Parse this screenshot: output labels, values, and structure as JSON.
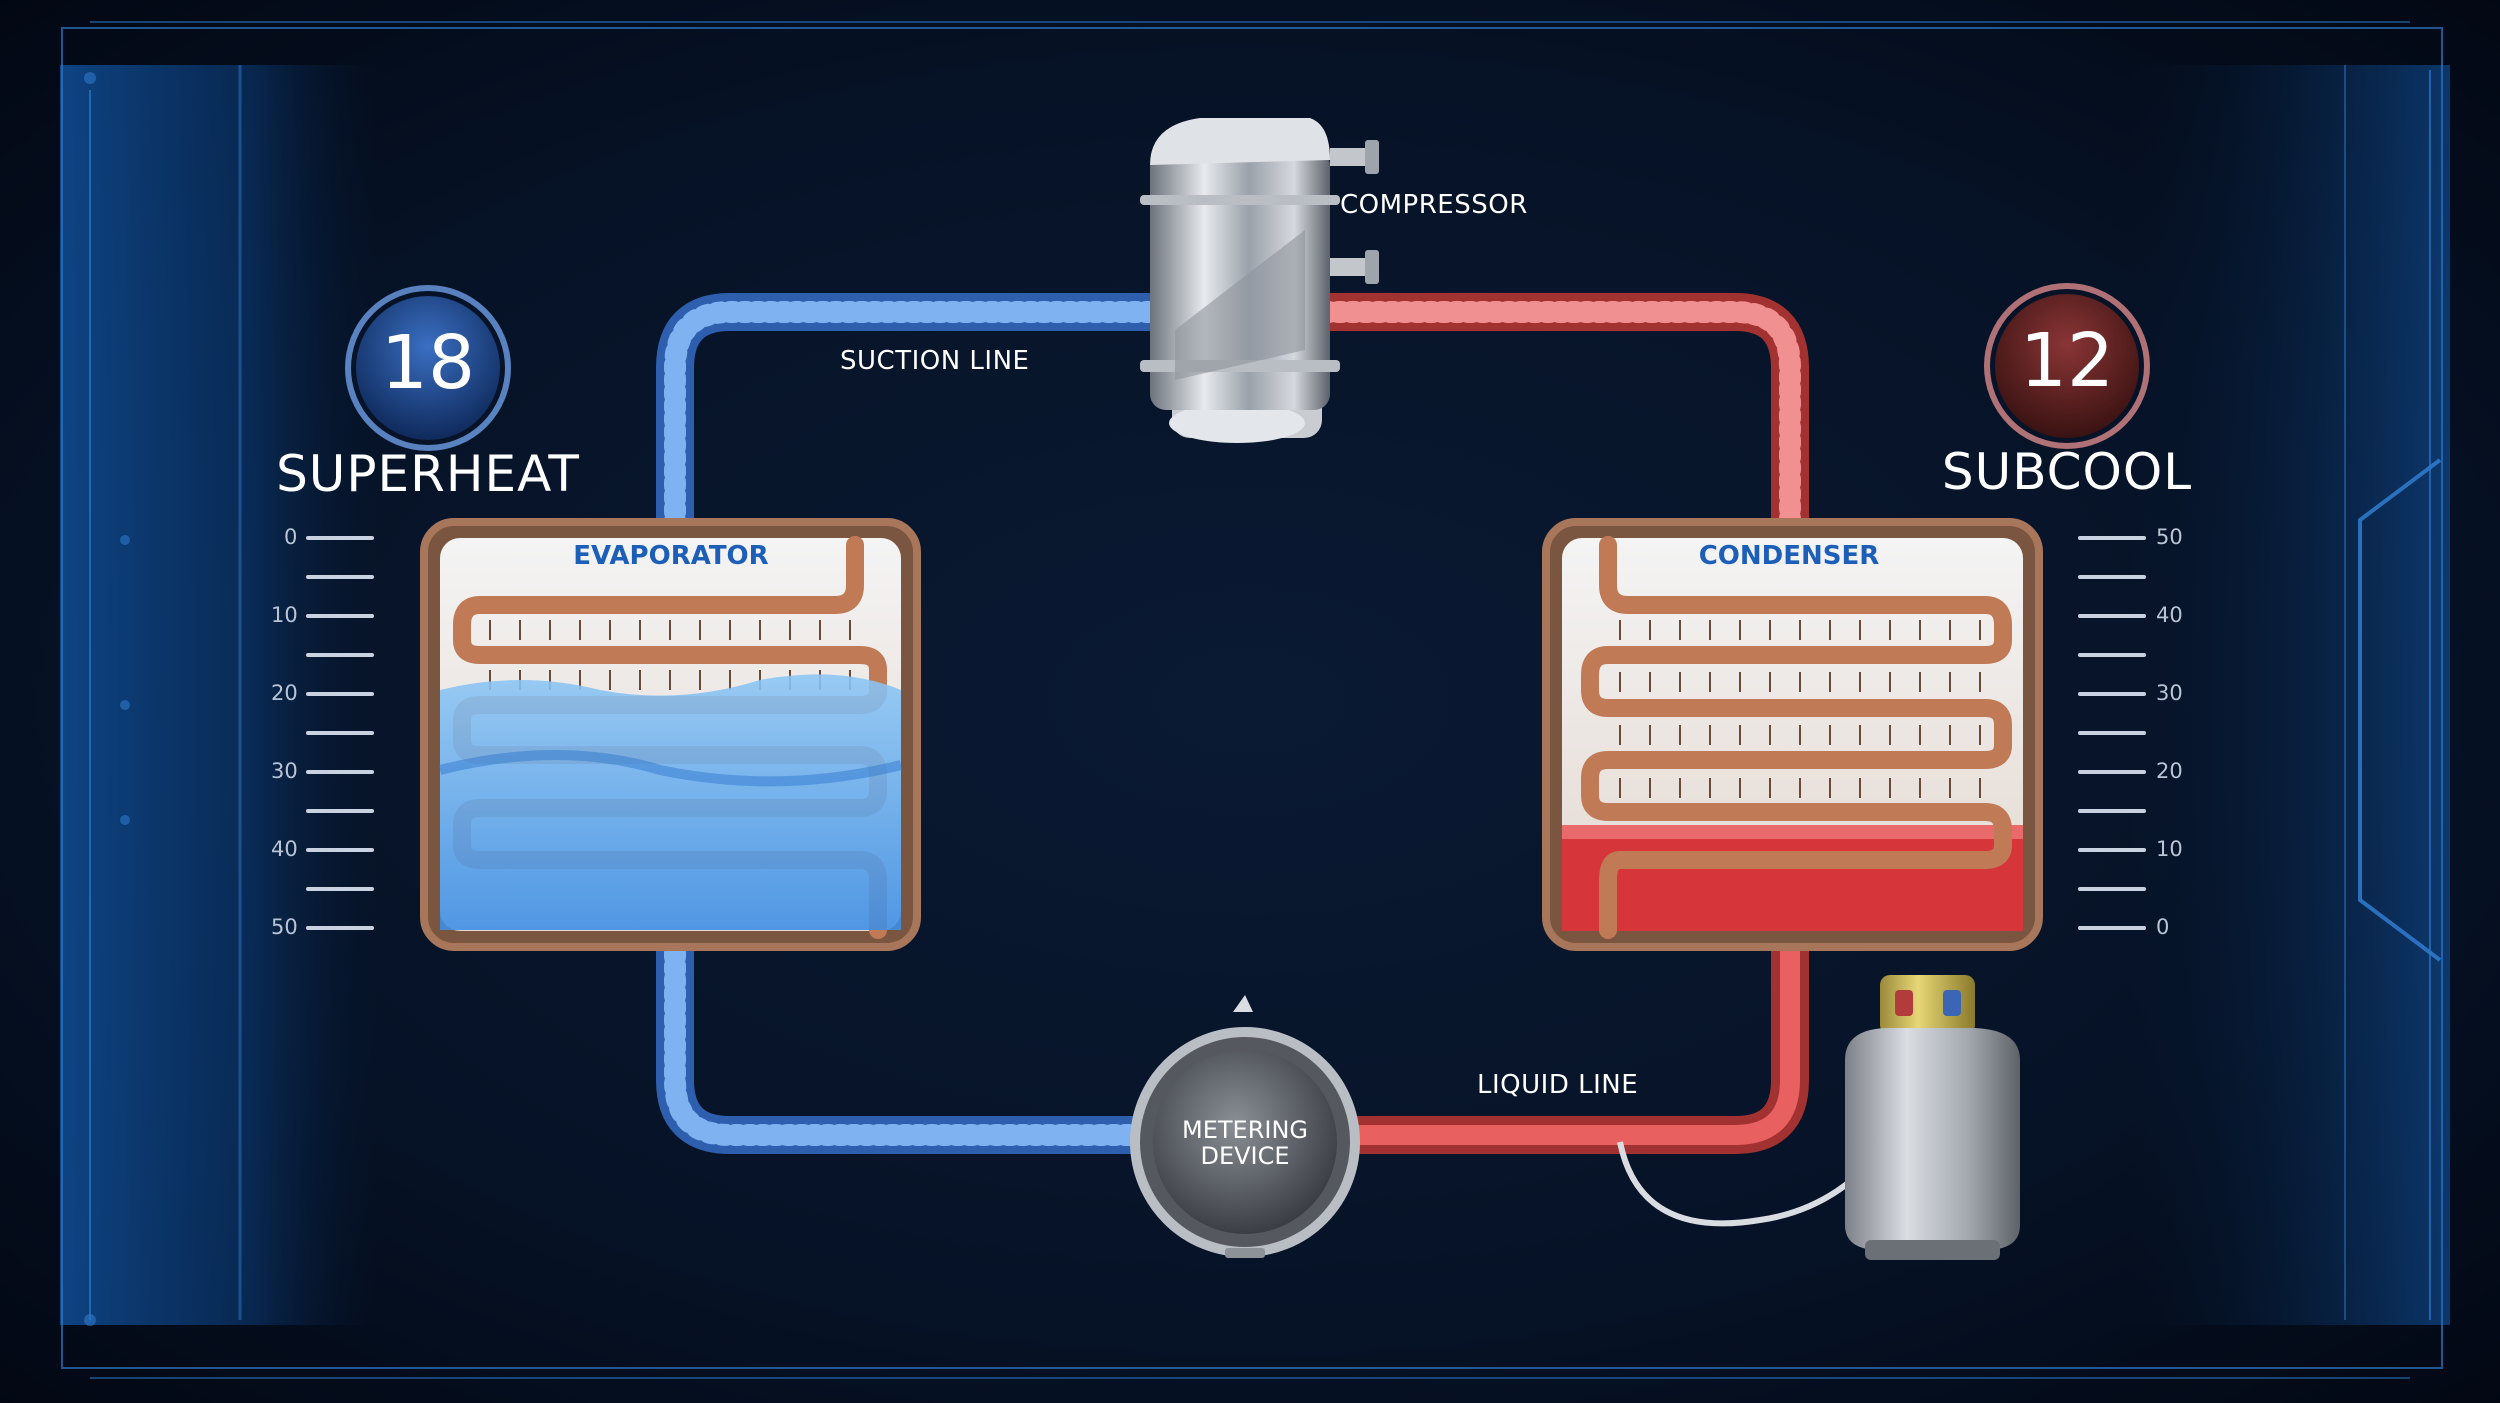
{
  "components": {
    "compressor": "COMPRESSOR",
    "suction_line": "SUCTION LINE",
    "liquid_line": "LIQUID LINE",
    "evaporator": "EVAPORATOR",
    "condenser": "CONDENSER",
    "metering_device_line1": "METERING",
    "metering_device_line2": "DEVICE"
  },
  "superheat": {
    "value": "18",
    "title": "SUPERHEAT",
    "scale": [
      "0",
      "10",
      "20",
      "30",
      "40",
      "50"
    ]
  },
  "subcool": {
    "value": "12",
    "title": "SUBCOOL",
    "scale": [
      "50",
      "40",
      "30",
      "20",
      "10",
      "0"
    ]
  },
  "colors": {
    "cold": "#4f8fe8",
    "hot": "#d64a4a",
    "frame": "#8a5a3e",
    "background": "#061a33"
  }
}
